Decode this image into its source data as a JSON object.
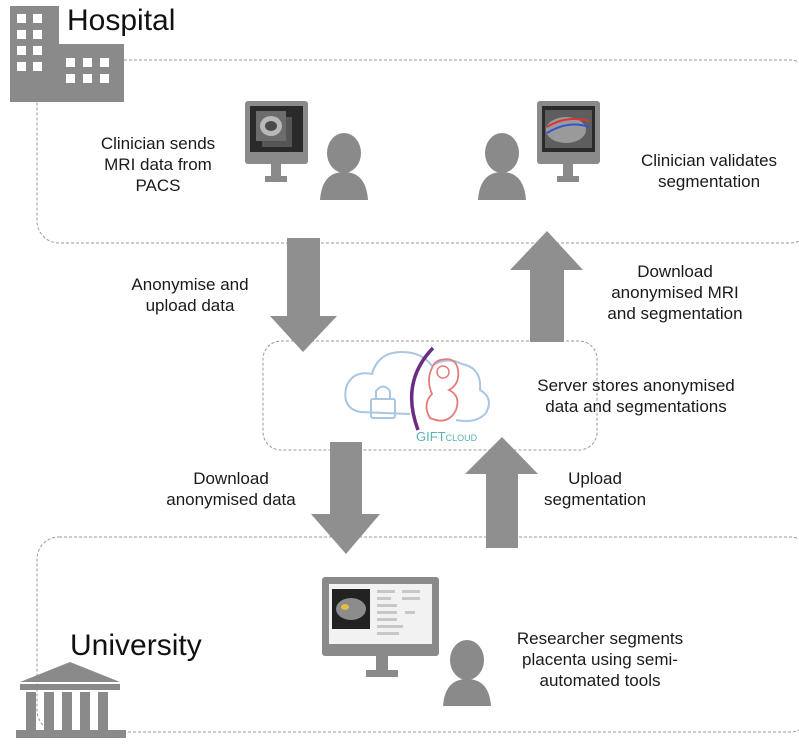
{
  "hospital": {
    "title": "Hospital",
    "clinician_sends": [
      "Clinician sends",
      "MRI data from",
      "PACS"
    ],
    "clinician_validates": [
      "Clinician validates",
      "segmentation"
    ]
  },
  "flows": {
    "anonymise_upload": [
      "Anonymise and",
      "upload data"
    ],
    "download_mri": [
      "Download",
      "anonymised MRI",
      "and segmentation"
    ],
    "download_data": [
      "Download",
      "anonymised data"
    ],
    "upload_segmentation": [
      "Upload",
      "segmentation"
    ]
  },
  "server": {
    "description": [
      "Server stores anonymised",
      "data and segmentations"
    ],
    "logo_text": "GIFT CLOUD"
  },
  "university": {
    "title": "University",
    "researcher": [
      "Researcher segments",
      "placenta using semi-",
      "automated tools"
    ]
  },
  "colors": {
    "arrow": "#8f8f8f",
    "icon": "#8a8a8a",
    "box_border": "#9a9a9a",
    "gift_purple": "#6b2d82",
    "gift_teal": "#5ab4b4",
    "gift_pink": "#e57c7c",
    "cloud_blue": "#a9c6e4"
  }
}
